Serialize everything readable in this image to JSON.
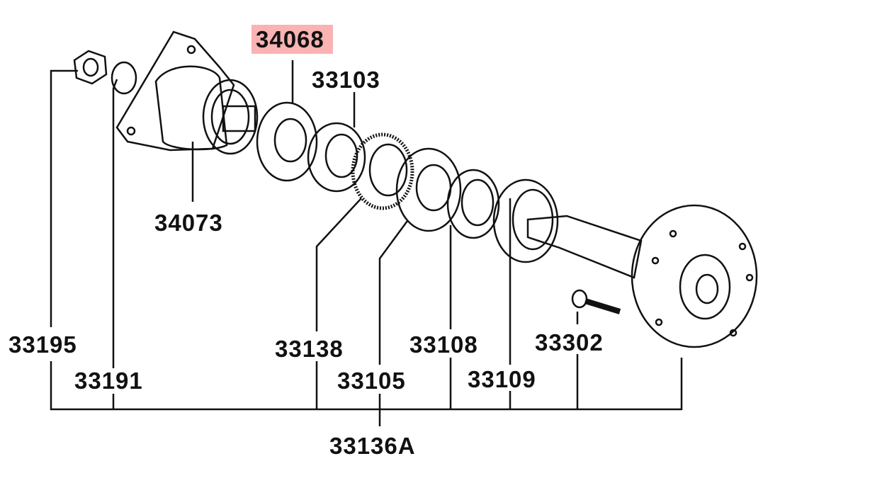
{
  "diagram": {
    "highlight_color": "#f9b3b3",
    "parts": [
      {
        "id": "p34068",
        "number": "34068",
        "highlighted": true
      },
      {
        "id": "p33103",
        "number": "33103"
      },
      {
        "id": "p34073",
        "number": "34073"
      },
      {
        "id": "p33195",
        "number": "33195"
      },
      {
        "id": "p33191",
        "number": "33191"
      },
      {
        "id": "p33138",
        "number": "33138"
      },
      {
        "id": "p33105",
        "number": "33105"
      },
      {
        "id": "p33108",
        "number": "33108"
      },
      {
        "id": "p33109",
        "number": "33109"
      },
      {
        "id": "p33302",
        "number": "33302"
      },
      {
        "id": "p33136A",
        "number": "33136A"
      }
    ]
  }
}
